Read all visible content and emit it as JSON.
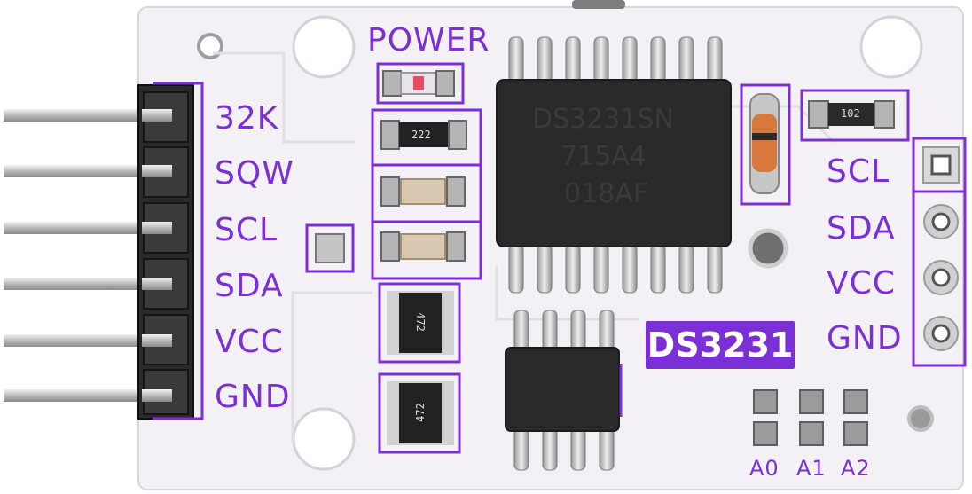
{
  "board": {
    "power_label": "POWER",
    "left_pins": [
      "32K",
      "SQW",
      "SCL",
      "SDA",
      "VCC",
      "GND"
    ],
    "right_pins": [
      "SCL",
      "SDA",
      "VCC",
      "GND"
    ],
    "address_labels": [
      "A0",
      "A1",
      "A2"
    ],
    "module_name": "DS3231",
    "main_chip_marking": [
      "DS3231SN",
      "715A4",
      "018AF"
    ],
    "resistor_codes": [
      "222",
      "102",
      "472",
      "472"
    ]
  },
  "colors": {
    "pcb": "#f4f1f6",
    "silkscreen": "#7b2fd6",
    "chip": "#2a2a2a",
    "pin_metal": "#c9c9c9"
  }
}
